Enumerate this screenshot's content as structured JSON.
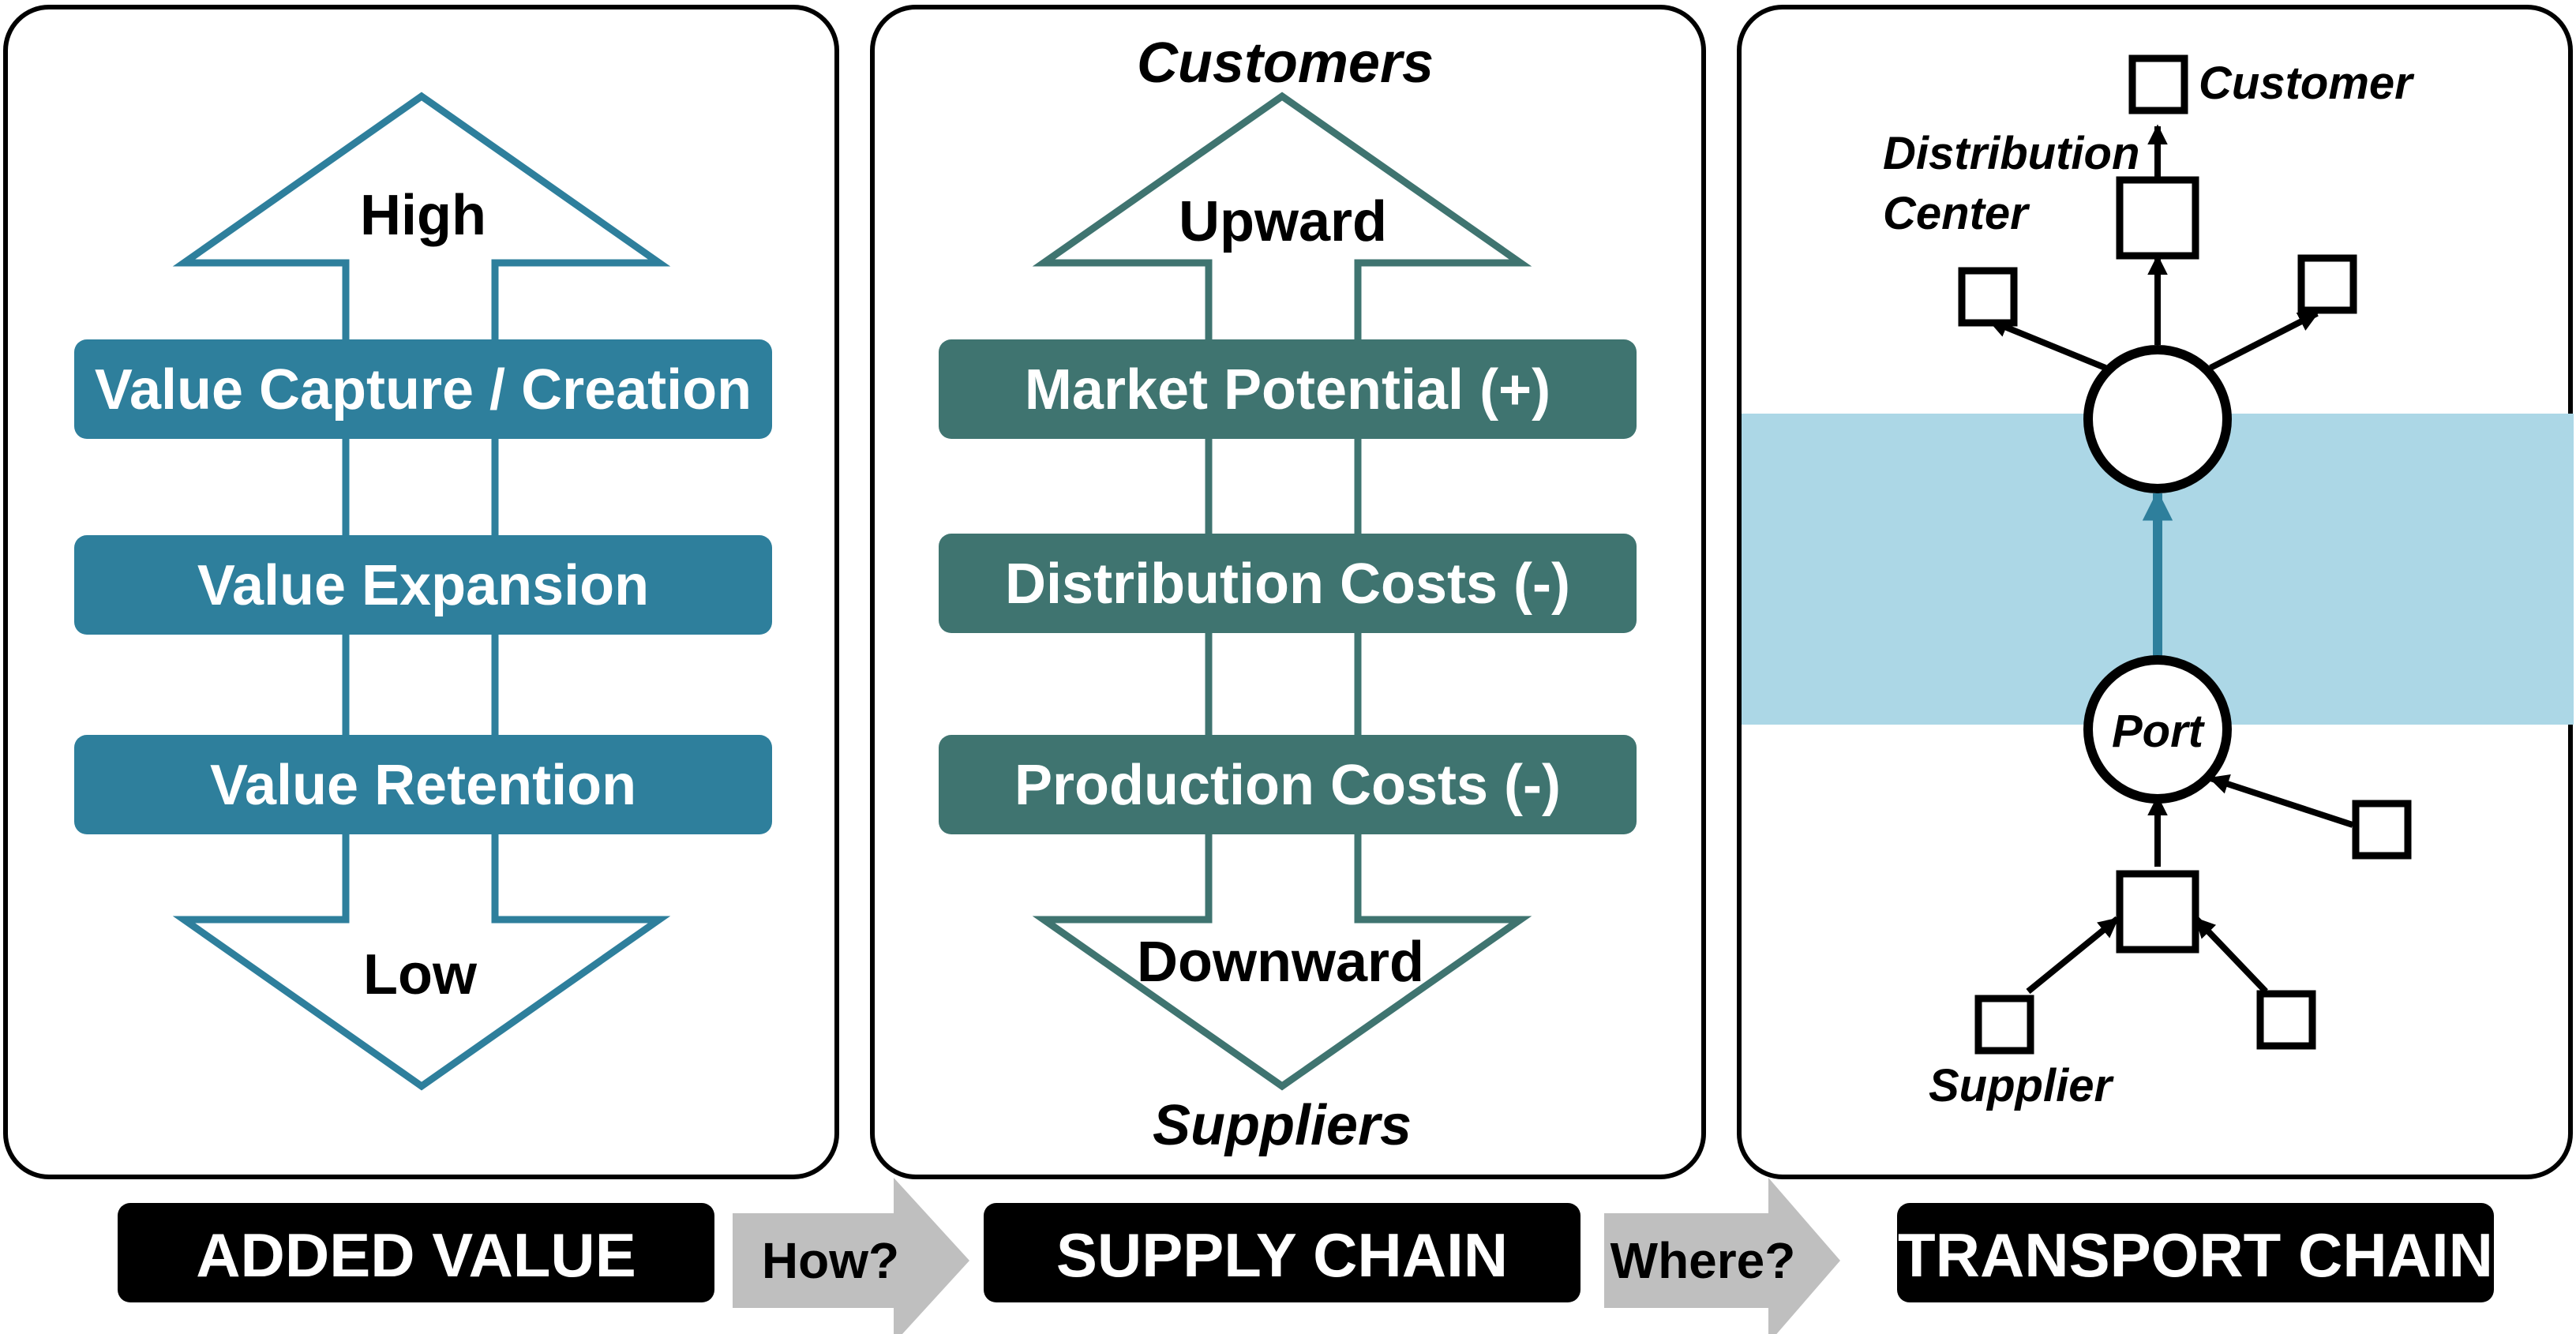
{
  "colors": {
    "value_blue": "#2e7f9c",
    "supply_teal": "#3f7470",
    "water_band": "#acd7e6",
    "black": "#000000",
    "white": "#ffffff",
    "grey_arrow": "#bfbfbf"
  },
  "added_value": {
    "top_label": "High",
    "bottom_label": "Low",
    "bars": [
      "Value Capture / Creation",
      "Value Expansion",
      "Value Retention"
    ],
    "footer": "ADDED VALUE"
  },
  "supply_chain": {
    "top_caption": "Customers",
    "top_label": "Upward",
    "bars": [
      "Market Potential (+)",
      "Distribution Costs (-)",
      "Production Costs (-)"
    ],
    "bottom_label": "Downward",
    "bottom_caption": "Suppliers",
    "footer": "SUPPLY CHAIN"
  },
  "transport_chain": {
    "customer_label": "Customer",
    "distribution_label_line1": "Distribution",
    "distribution_label_line2": "Center",
    "port_label": "Port",
    "supplier_label": "Supplier",
    "footer": "TRANSPORT CHAIN"
  },
  "connectors": {
    "how": "How?",
    "where": "Where?"
  }
}
